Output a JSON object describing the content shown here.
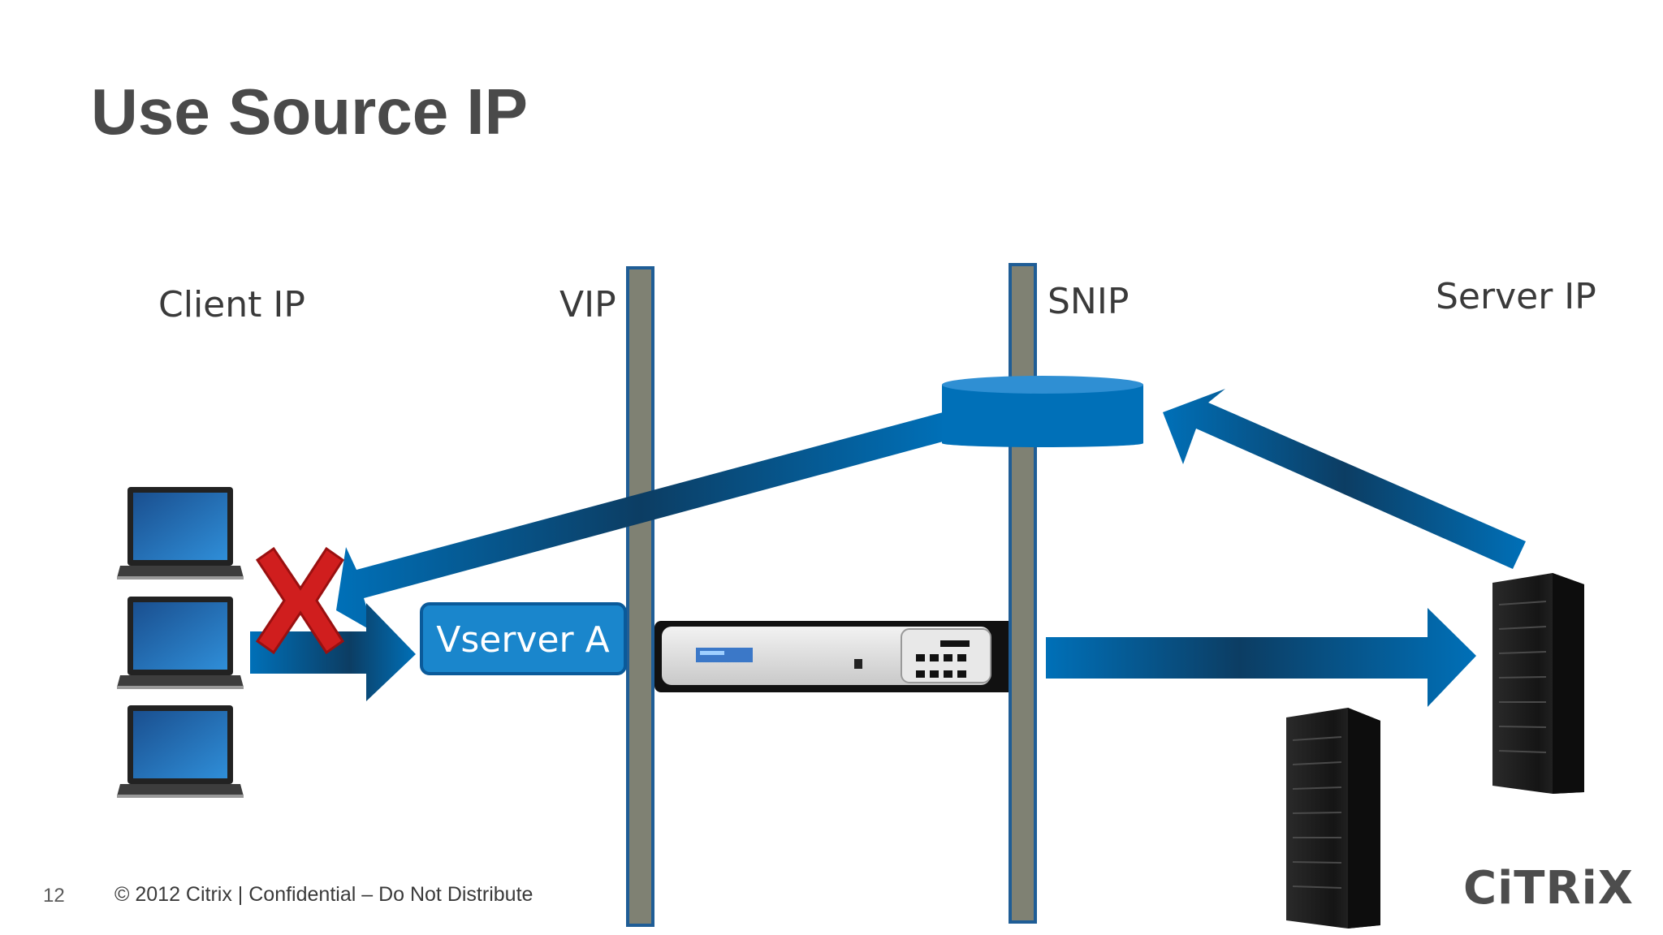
{
  "slide": {
    "title": "Use Source IP",
    "labels": {
      "client_ip": "Client IP",
      "vip": "VIP",
      "snip": "SNIP",
      "server_ip": "Server IP"
    },
    "vserver": "Vserver A",
    "footer": {
      "page_number": "12",
      "notice": "© 2012 Citrix | Confidential – Do Not Distribute"
    },
    "logo": "CiTRiX",
    "colors": {
      "arrow_blue": "#0070b8",
      "arrow_dark": "#0c3d63",
      "pole_fill": "#7f8173",
      "pole_border": "#1f5d96",
      "title": "#4a4a4a",
      "cross_red": "#d01e1e"
    }
  }
}
